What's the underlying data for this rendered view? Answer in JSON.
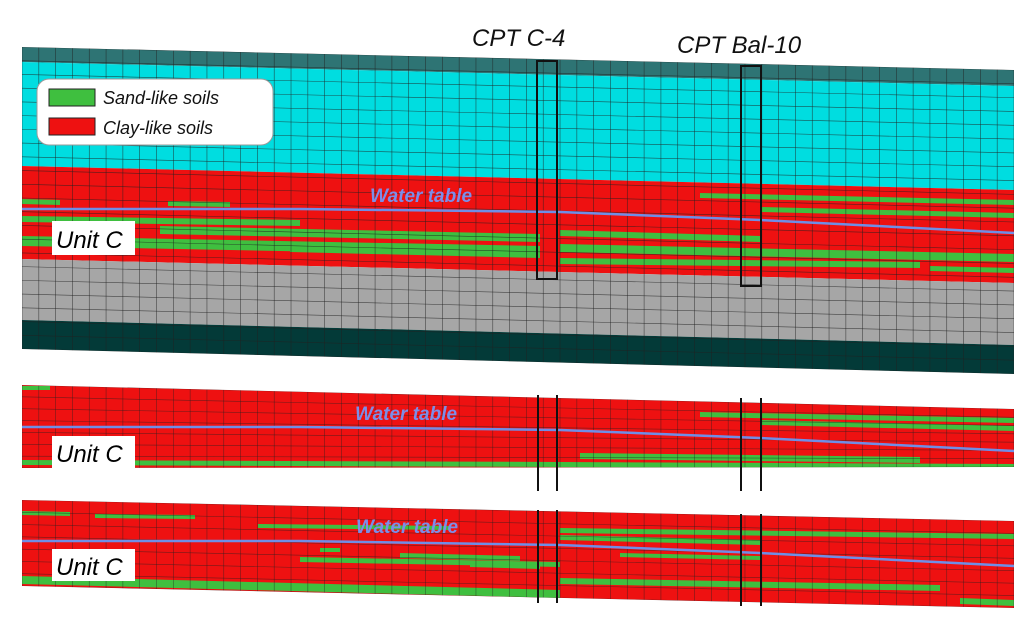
{
  "cpt_labels": [
    "CPT C-4",
    "CPT Bal-10"
  ],
  "legend": {
    "items": [
      {
        "label": "Sand-like soils",
        "color": "#3fbf3f"
      },
      {
        "label": "Clay-like soils",
        "color": "#ee1111"
      }
    ]
  },
  "water_table_label": "Water table",
  "unit_label": "Unit C",
  "colors": {
    "sand": "#3fbf3f",
    "clay": "#ee1111",
    "cyan_layer": "#00dde0",
    "top_layer": "#2e7474",
    "gray_layer": "#a6a6a6",
    "bottom_layer": "#033a38",
    "water_table_line": "#6f8ee6",
    "water_table_text": "#7c8ee8",
    "grid": "#222222"
  }
}
